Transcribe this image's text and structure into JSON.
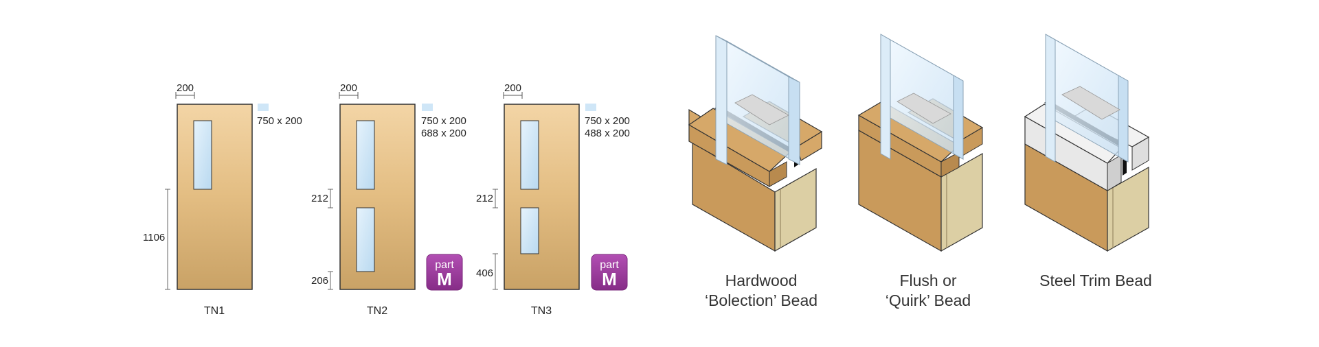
{
  "doors": [
    {
      "id": "TN1",
      "caption": "TN1",
      "width_label": "200",
      "sizes": [
        "750 x 200"
      ],
      "dims": [
        "1106"
      ],
      "badge": null
    },
    {
      "id": "TN2",
      "caption": "TN2",
      "width_label": "200",
      "sizes": [
        "750 x 200",
        "688 x 200"
      ],
      "dims": [
        "212",
        "206"
      ],
      "badge": {
        "top": "part",
        "bottom": "M"
      }
    },
    {
      "id": "TN3",
      "caption": "TN3",
      "width_label": "200",
      "sizes": [
        "750 x 200",
        "488 x 200"
      ],
      "dims": [
        "212",
        "406"
      ],
      "badge": {
        "top": "part",
        "bottom": "M"
      }
    }
  ],
  "beads": [
    {
      "id": "hardwood",
      "caption_lines": [
        "Hardwood",
        "‘Bolection’ Bead"
      ]
    },
    {
      "id": "flush",
      "caption_lines": [
        "Flush or",
        "‘Quirk’ Bead"
      ]
    },
    {
      "id": "steel",
      "caption_lines": [
        "Steel Trim Bead"
      ]
    }
  ],
  "colors": {
    "door_light": "#f3d5a6",
    "door_dark": "#c9a266",
    "glass": "#cfe6f7",
    "badge": "#9b3a9c",
    "wood": "#c99a5b",
    "wood_top": "#d6a869",
    "core": "#dccfa4",
    "steel": "#e8e8e8"
  }
}
